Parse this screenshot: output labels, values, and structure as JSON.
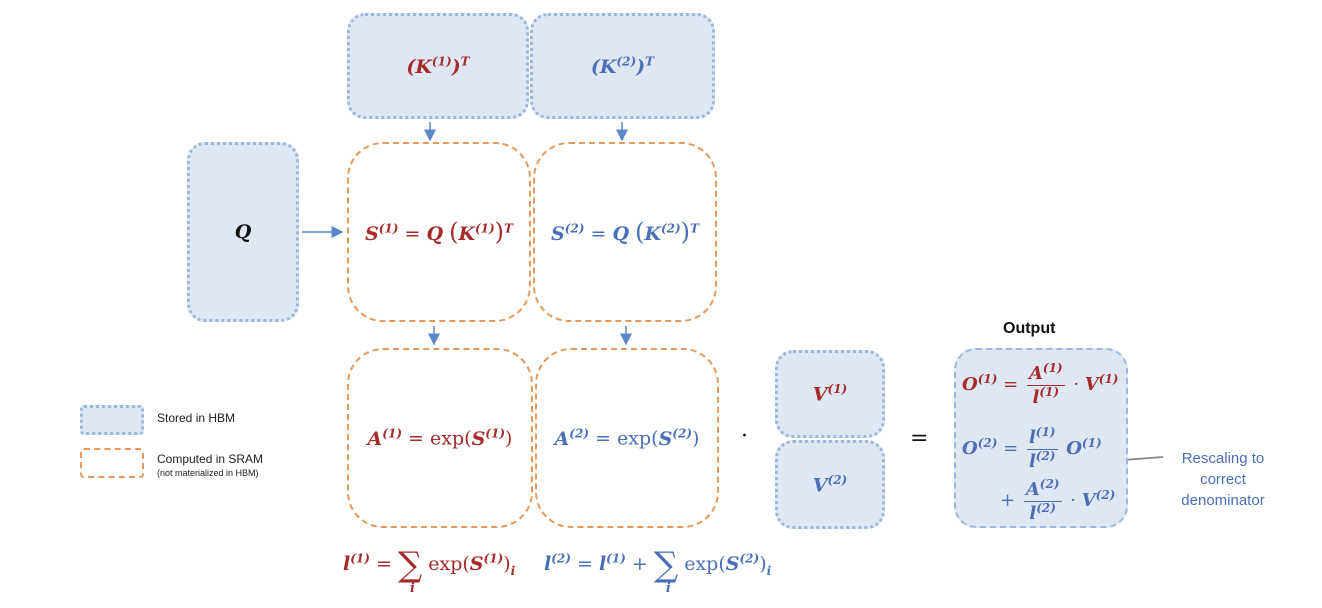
{
  "blocks": {
    "k1": "(K⁽¹⁾)ᵀ",
    "k2": "(K⁽²⁾)ᵀ",
    "q": "Q",
    "v1": "V⁽¹⁾",
    "v2": "V⁽²⁾"
  },
  "equations": {
    "s1": "S⁽¹⁾ = Q (K⁽¹⁾)ᵀ",
    "s2": "S⁽²⁾ = Q (K⁽²⁾)ᵀ",
    "a1": "A⁽¹⁾ = exp(S⁽¹⁾)",
    "a2": "A⁽²⁾ = exp(S⁽²⁾)",
    "l1": "l⁽¹⁾ = Σᵢ exp(S⁽¹⁾)ᵢ",
    "l2": "l⁽²⁾ = l⁽¹⁾ + Σᵢ exp(S⁽²⁾)ᵢ",
    "o1": "O⁽¹⁾ = A⁽¹⁾ / l⁽¹⁾ · V⁽¹⁾",
    "o2": "O⁽²⁾ = l⁽¹⁾ / l⁽²⁾ O⁽¹⁾ + A⁽²⁾ / l⁽²⁾ · V⁽²⁾"
  },
  "operators": {
    "dot": "·",
    "equals": "="
  },
  "output_title": "Output",
  "annotation": "Rescaling to correct denominator",
  "legend": {
    "hbm_label": "Stored in HBM",
    "sram_label": "Computed in SRAM",
    "sram_sublabel": "(not materialized in HBM)"
  },
  "colors": {
    "hbm_fill": "#dfe7f3",
    "hbm_border": "#9db6de",
    "sram_border": "#e39a5c",
    "block1": "#a62a2a",
    "block2": "#4a6fb5",
    "arrow": "#5b86c9",
    "annotation_arrow": "#888888"
  }
}
